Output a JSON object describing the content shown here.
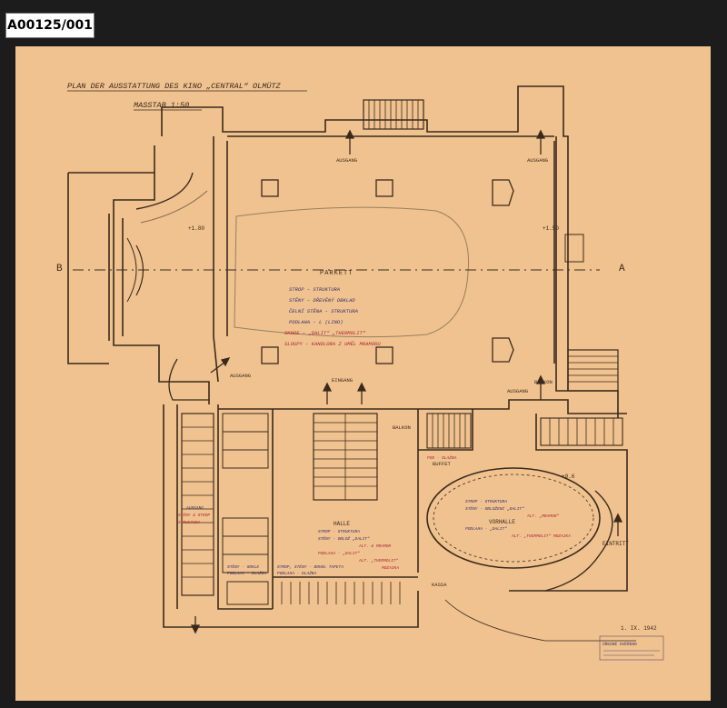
{
  "archive_id": "A00125/001",
  "title": "PLAN DER AUSSTATTUNG DES KINO „CENTRAL“ OLMÜTZ",
  "scale": "MASSTAB 1:50",
  "section_marks": {
    "left": "B",
    "right": "A"
  },
  "exits": {
    "top_left": "AUSGANG",
    "top_right": "AUSGANG",
    "left": "AUSGANG",
    "balcony": "AUSGANG"
  },
  "rooms": {
    "parkett": "PARKETT",
    "eingang": "EINGANG",
    "balkon": "BALKON",
    "halle": "HALLE",
    "vorhalle": "VORHALLE",
    "eintritt": "EINTRITT",
    "kassa": "KASSA",
    "buffet": "BUFFET",
    "balkon_left": "BALKON"
  },
  "dimensions": {
    "level_1": "+1.80",
    "level_2": "+1.50",
    "level_3": "+0.6"
  },
  "parkett_notes": [
    "STROP - STRUKTURA",
    "STĚNY - DŘEVĚNÝ OBKLAD",
    "ČELNÍ STĚNA - STRUKTURA",
    "PODLAHA - L (LINO)",
    "OKNOE - „DALIT“ „THERMOLIT“",
    "SLOUPY - KANDLORA Z UMĚL MRAMORU"
  ],
  "halle_notes": [
    "STROP - STRUKTURA",
    "STĚNY - OBLOŽ „DALIT“",
    "ALT. & MRAMOR",
    "PODLAHA - „DALIT“",
    "ALT. „THERMOLIT“",
    "MOZAIKA"
  ],
  "vorhalle_notes": [
    "STROP - STRUKTURA",
    "STĚNY - OBLOŽENÍ „DALIT“",
    "ALT. „MRAMOR“",
    "PODLAHA - „DALIT“",
    "ALT. „THERMOLIT“ MOZAIKA"
  ],
  "buffet_note": "POD - DLAŽBA",
  "stair_notes": [
    "AUSGANG",
    "STĚNY & STROP",
    "STRUKTURA"
  ],
  "wc_notes": [
    "STĚNY - SOKLE",
    "PODLAHA - DLAŽBA",
    "STROP, STĚNY - BOHOL TAPETA",
    "PODLAHA - DLAŽBA"
  ],
  "stamp_date": "1. IX. 1942",
  "stamp_office": "ÚŘEDNĚ OVĚŘENO"
}
